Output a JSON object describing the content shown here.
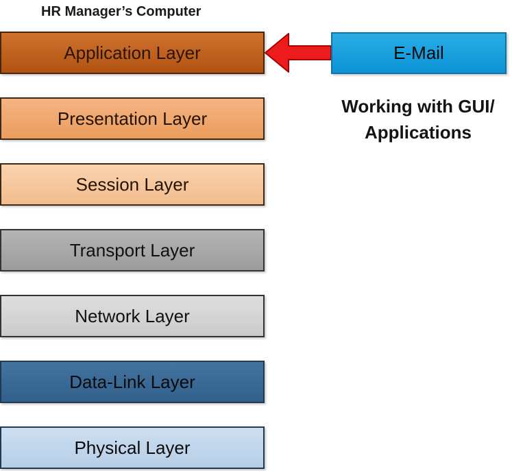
{
  "title": "HR Manager’s Computer",
  "annotation": {
    "line1": "Working with GUI/",
    "line2": "Applications"
  },
  "email_box": {
    "label": "E-Mail",
    "fill_top": "#29ade6",
    "fill_bottom": "#0c93d6",
    "border": "#1073a6"
  },
  "arrow": {
    "description": "red arrow pointing left from E-Mail box to Application Layer box",
    "fill": "#ec1c1c",
    "border": "#a50000"
  },
  "layers": [
    {
      "label": "Application Layer",
      "fill_top": "#d0722f",
      "fill_bottom": "#b05312",
      "border": "#4a250a",
      "text_color": "#2a1505"
    },
    {
      "label": "Presentation Layer",
      "fill_top": "#f4b483",
      "fill_bottom": "#eb9d5b",
      "border": "#3a2a1a",
      "text_color": "#241304"
    },
    {
      "label": "Session Layer",
      "fill_top": "#fad3b0",
      "fill_bottom": "#f2bc8c",
      "border": "#3a2a1a",
      "text_color": "#241304"
    },
    {
      "label": "Transport Layer",
      "fill_top": "#b5b5b5",
      "fill_bottom": "#9b9b9b",
      "border": "#333333",
      "text_color": "#111111"
    },
    {
      "label": "Network Layer",
      "fill_top": "#dedede",
      "fill_bottom": "#cbcbcb",
      "border": "#333333",
      "text_color": "#111111"
    },
    {
      "label": "Data-Link Layer",
      "fill_top": "#45739f",
      "fill_bottom": "#31608d",
      "border": "#1f3a52",
      "text_color": "#0a0a0a"
    },
    {
      "label": "Physical Layer",
      "fill_top": "#cedff1",
      "fill_bottom": "#b5cee7",
      "border": "#1f3a52",
      "text_color": "#0a0a0a"
    }
  ]
}
